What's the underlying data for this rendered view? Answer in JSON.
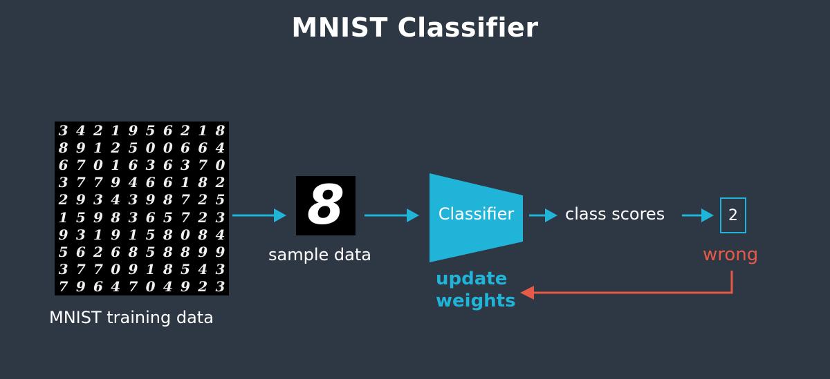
{
  "title": "MNIST Classifier",
  "mnist_digits": [
    "3421956218",
    "8912500664",
    "6701636370",
    "3779466182",
    "2934398725",
    "1598365723",
    "9319158084",
    "5626858899",
    "3770918543",
    "7964704923"
  ],
  "labels": {
    "training_data": "MNIST training data",
    "sample_data": "sample data",
    "classifier": "Classifier",
    "class_scores": "class scores",
    "wrong": "wrong",
    "update_line1": "update",
    "update_line2": "weights"
  },
  "sample_digit": "8",
  "score_value": "2",
  "colors": {
    "background": "#2e3844",
    "accent": "#20b4d8",
    "error": "#e85a48",
    "text": "#ffffff"
  }
}
